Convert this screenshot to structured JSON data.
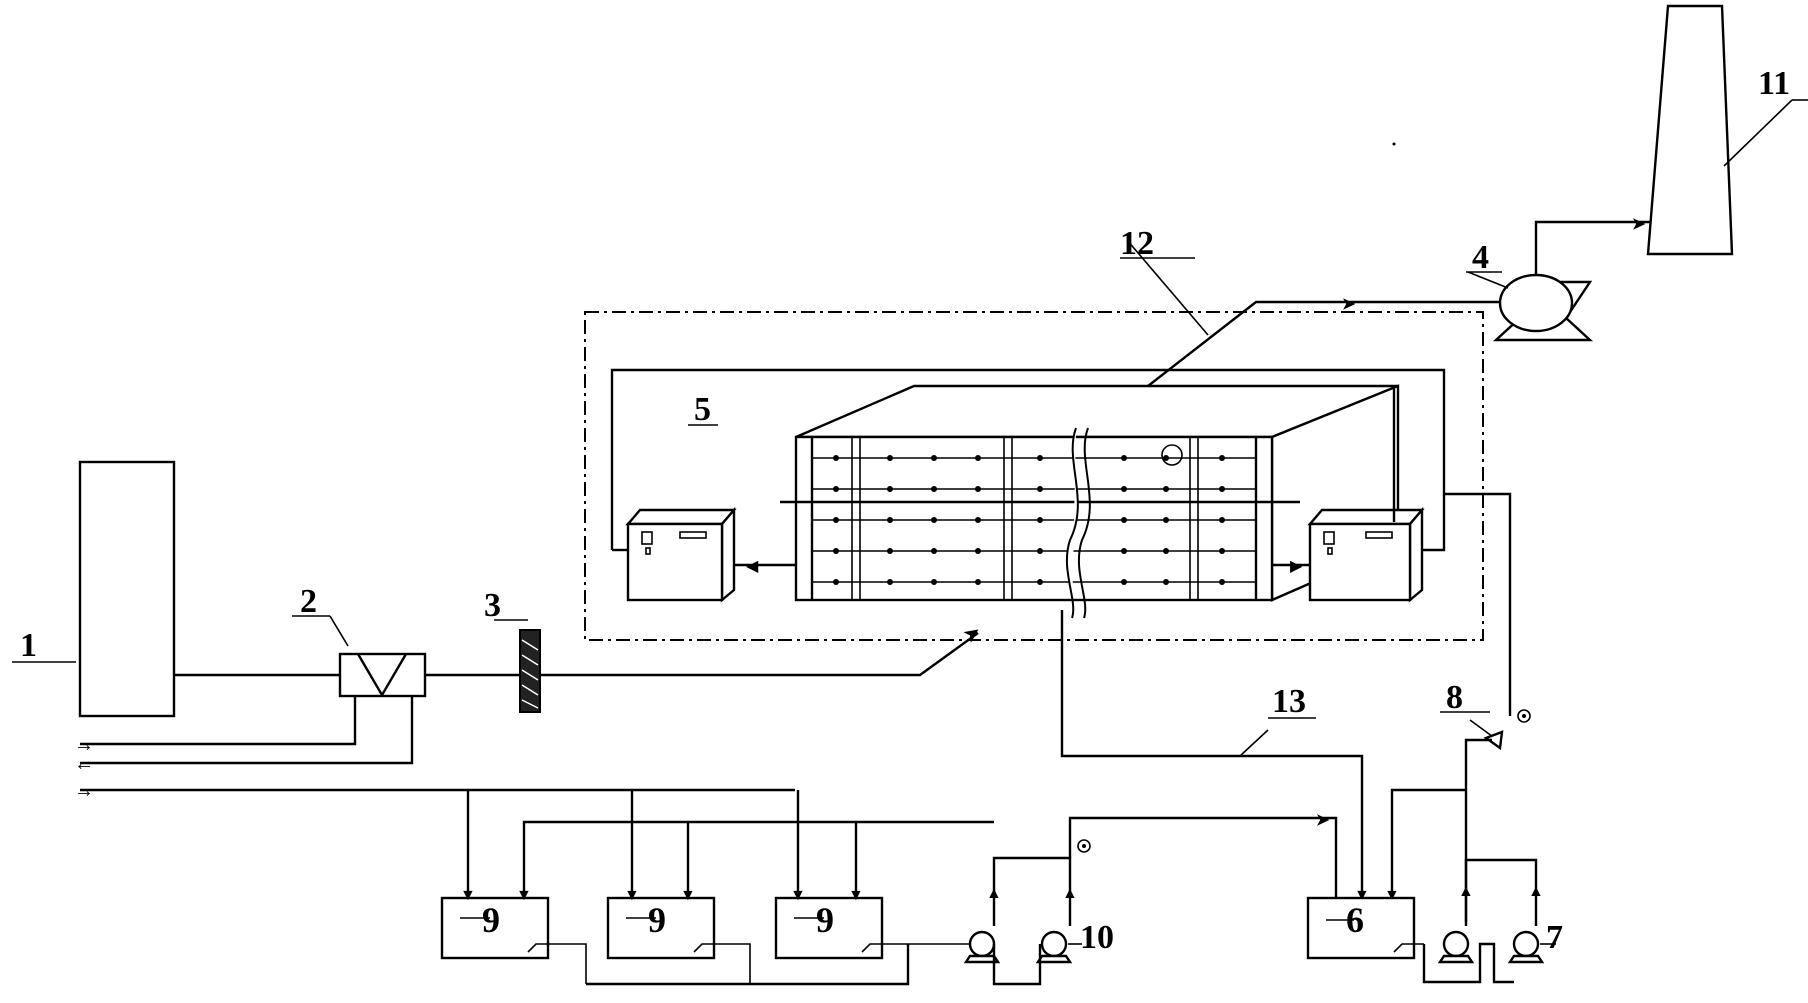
{
  "labels": {
    "n1": "1",
    "n2": "2",
    "n3": "3",
    "n4": "4",
    "n5": "5",
    "n6": "6",
    "n7": "7",
    "n8": "8",
    "n9a": "9",
    "n9b": "9",
    "n9c": "9",
    "n10": "10",
    "n11": "11",
    "n12": "12",
    "n13": "13"
  }
}
